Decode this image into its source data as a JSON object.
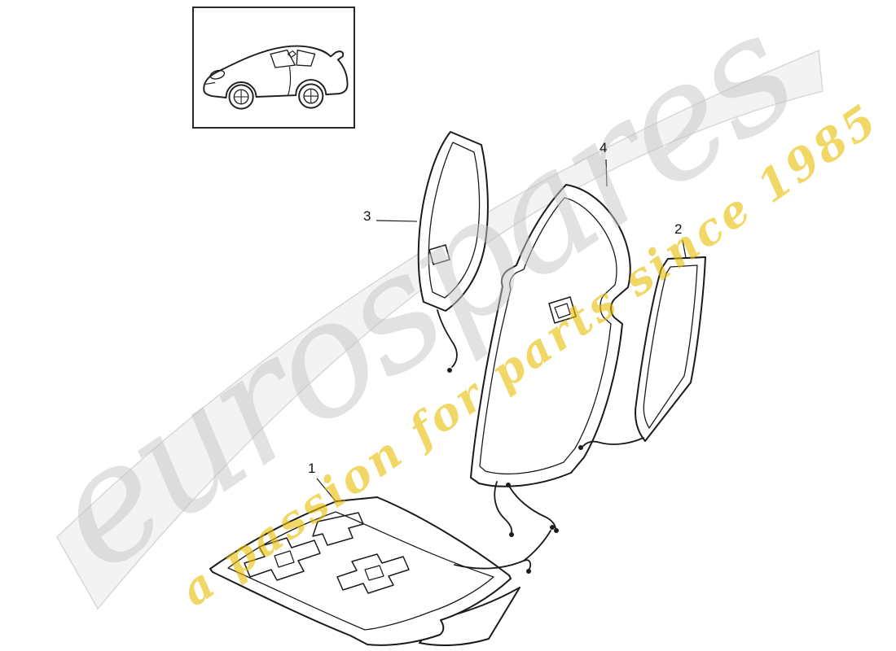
{
  "page": {
    "background": "#ffffff"
  },
  "watermark": {
    "brand": "eurospares",
    "tagline": "a passion for parts since 1985",
    "brand_color": "#c6c6c6",
    "tagline_color": "#e9be00"
  },
  "diagram": {
    "line_color": "#1b1b1b",
    "part_labels": [
      {
        "number": "1"
      },
      {
        "number": "2"
      },
      {
        "number": "3"
      },
      {
        "number": "4"
      }
    ]
  }
}
